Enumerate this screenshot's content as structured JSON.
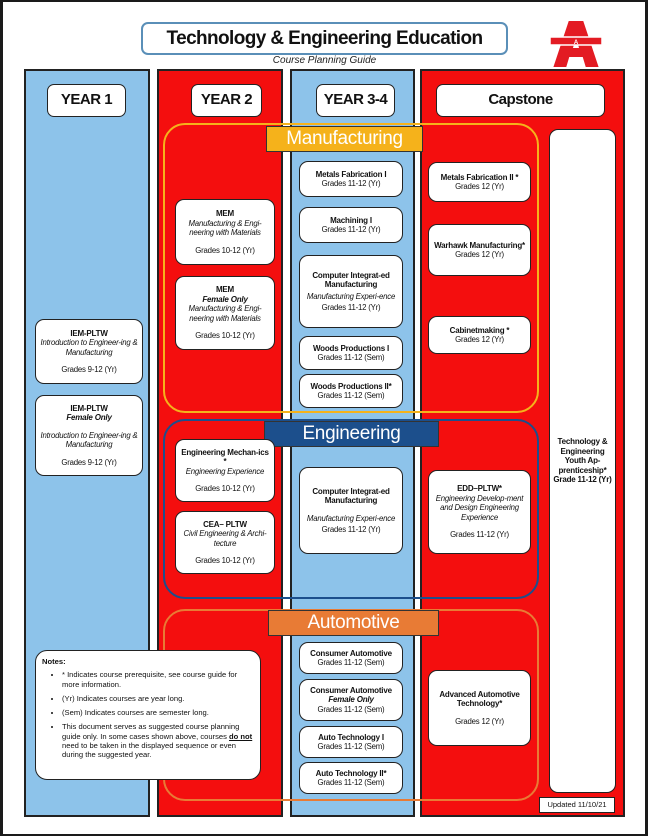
{
  "title": "Technology & Engineering Education",
  "subtitle": "Course Planning Guide",
  "logo": {
    "letter": "A",
    "color": "#e31b23"
  },
  "colors": {
    "red": "#f40e0e",
    "blue": "#8dc3ea",
    "manufacturing": "#f5b21b",
    "engineering": "#1c4f8c",
    "automotive": "#e87b35"
  },
  "columns": {
    "year1": "YEAR 1",
    "year2": "YEAR 2",
    "year34": "YEAR 3-4",
    "capstone": "Capstone"
  },
  "banners": {
    "manufacturing": "Manufacturing",
    "engineering": "Engineering",
    "automotive": "Automotive"
  },
  "year1": {
    "iem1": {
      "title": "IEM-PLTW",
      "desc": "Introduction to Engineer-ing & Manufacturing",
      "grades": "Grades 9-12 (Yr)"
    },
    "iem2": {
      "title": "IEM-PLTW",
      "note": "Female Only",
      "desc": "Introduction to Engineer-ing & Manufacturing",
      "grades": "Grades 9-12 (Yr)"
    }
  },
  "year2": {
    "mem1": {
      "title": "MEM",
      "desc": "Manufacturing & Engi-neering with Materials",
      "grades": "Grades 10-12 (Yr)"
    },
    "mem2": {
      "title": "MEM",
      "note": "Female Only",
      "desc": "Manufacturing & Engi-neering with Materials",
      "grades": "Grades 10-12 (Yr)"
    },
    "engmech": {
      "title": "Engineering Mechan-ics *",
      "desc": "Engineering Experience",
      "grades": "Grades 10-12 (Yr)"
    },
    "cea": {
      "title": "CEA– PLTW",
      "desc": "Civil Engineering & Archi-tecture",
      "grades": "Grades 10-12 (Yr)"
    }
  },
  "year34": {
    "metals1": {
      "title": "Metals Fabrication I",
      "grades": "Grades 11-12 (Yr)"
    },
    "machining": {
      "title": "Machining I",
      "grades": "Grades 11-12 (Yr)"
    },
    "cim1": {
      "title": "Computer Integrat-ed Manufacturing",
      "desc": "Manufacturing Experi-ence",
      "grades": "Grades 11-12 (Yr)"
    },
    "woods1": {
      "title": "Woods Productions I",
      "grades": "Grades 11-12 (Sem)"
    },
    "woods2": {
      "title": "Woods Productions II*",
      "grades": "Grades 11-12 (Sem)"
    },
    "cim2": {
      "title": "Computer Integrat-ed Manufacturing",
      "desc": "Manufacturing Experi-ence",
      "grades": "Grades 11-12 (Yr)"
    },
    "consumer1": {
      "title": "Consumer Automotive",
      "grades": "Grades 11-12 (Sem)"
    },
    "consumer2": {
      "title": "Consumer Automotive",
      "note": "Female Only",
      "grades": "Grades 11-12 (Sem)"
    },
    "auto1": {
      "title": "Auto Technology I",
      "grades": "Grades 11-12 (Sem)"
    },
    "auto2": {
      "title": "Auto Technology II*",
      "grades": "Grades 11-12 (Sem)"
    }
  },
  "capstone": {
    "metals2": {
      "title": "Metals Fabrication II *",
      "grades": "Grades 12 (Yr)"
    },
    "warhawk": {
      "title": "Warhawk Manufacturing*",
      "grades": "Grades 12 (Yr)"
    },
    "cabinet": {
      "title": "Cabinetmaking *",
      "grades": "Grades 12 (Yr)"
    },
    "edd": {
      "title": "EDD–PLTW*",
      "desc": "Engineering Develop-ment and Design Engineering Experience",
      "grades": "Grades 11-12 (Yr)"
    },
    "advauto": {
      "title": "Advanced Automotive Technology*",
      "grades": "Grades 12 (Yr)"
    },
    "youth": {
      "title": "Technology & Engineering Youth Ap-prenticeship* Grade 11-12 (Yr)"
    }
  },
  "notes": {
    "heading": "Notes:",
    "items": [
      "* Indicates course prerequisite, see course guide for more information.",
      "(Yr) Indicates courses are year long.",
      "(Sem) Indicates courses are semester long."
    ],
    "last_pre": "This document serves as suggested course planning guide only. In some cases shown above, courses ",
    "last_emph": "do not",
    "last_post": " need to be taken in the displayed sequence or even during the suggested year."
  },
  "updated": "Updated 11/10/21"
}
